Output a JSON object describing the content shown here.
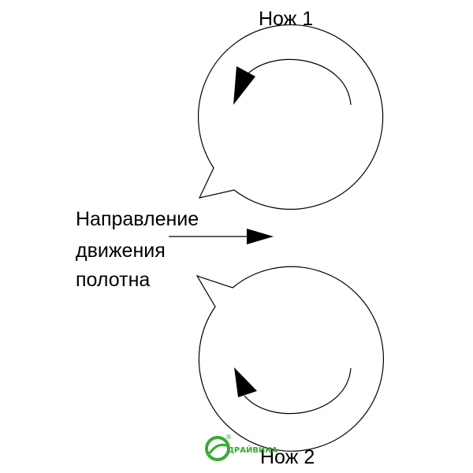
{
  "knife1": {
    "label": "Нож 1"
  },
  "knife2": {
    "label": "Нож 2"
  },
  "direction": {
    "lines": [
      "Направление",
      "движения",
      "полотна"
    ]
  },
  "logo": {
    "text": "ДРАЙВИКА",
    "registered": "®",
    "color": "#3aaa35"
  },
  "colors": {
    "stroke": "#000000",
    "background": "#ffffff"
  }
}
